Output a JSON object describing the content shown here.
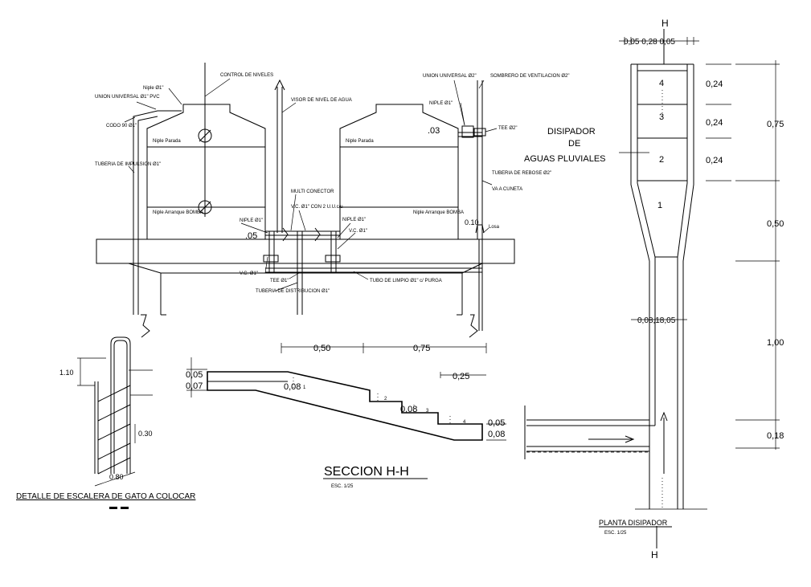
{
  "tanks": {
    "labels": {
      "niple1": "Niple Ø1\"",
      "union_pvc": "UNION UNIVERSAL Ø1\" PVC",
      "codo": "CODO 90 Ø1\"",
      "tuberia_impulsion": "TUBERIA DE IMPULSION Ø1\"",
      "control_niveles": "CONTROL DE NIVELES",
      "visor": "VISOR DE NIVEL DE AGUA",
      "union_2": "UNION UNIVERSAL Ø2\"",
      "sombrero": "SOMBRERO DE VENTILACION Ø2\"",
      "niple_right": "NIPLE Ø1\"",
      "tee_2": "TEE Ø2\"",
      "rebose": "TUBERIA DE REBOSE Ø2\"",
      "cuneta": "VA A CUNETA",
      "niple_parada_l": "Niple Parada",
      "niple_parada_r": "Niple Parada",
      "niple_arranque_l": "Niple Arranque BOMBA",
      "niple_arranque_r": "Niple Arranque BOMBA",
      "multi_conector": "MULTI CONECTOR",
      "vc_conexion": "V.C. Ø1\" CON 2 U.U.c/u",
      "niple_mid_l": "NIPLE Ø1\"",
      "niple_mid_r": "NIPLE Ø1\"",
      "vc_right": "V.C. Ø1\"",
      "vc_left": "V.C. Ø1\"",
      "tee_bottom": "TEE Ø1\"",
      "tuberia_distribucion": "TUBERIA DE DISTRIBUCION Ø1\"",
      "tubo_limpio": "TUBO DE LIMPIO Ø1\" c/ PURGA",
      "losa": "Losa",
      "dim_05": ".05",
      "dim_03": ".03",
      "dim_010": "0.10"
    }
  },
  "ladder": {
    "title": "DETALLE DE ESCALERA DE GATO A COLOCAR",
    "dim_110": "1.10",
    "dim_030": "0.30",
    "dim_080": "0.80"
  },
  "section": {
    "title": "SECCION H-H",
    "scale": "ESC. 1/25",
    "dim_050": "0,50",
    "dim_075": "0,75",
    "dim_025": "0,25",
    "dim_005a": "0,05",
    "dim_007": "0,07",
    "dim_008a": "0,08",
    "dim_008b": "0,08",
    "dim_005b": "0,05",
    "dim_008c": "0,08",
    "step_1": "1",
    "step_2": "2",
    "step_3": "3",
    "step_4": "4"
  },
  "disipador": {
    "title_line1": "DISIPADOR",
    "title_line2": "DE",
    "title_line3": "AGUAS PLUVIALES",
    "plan_title": "PLANTA DISIPADOR",
    "plan_scale": "ESC. 1/25",
    "section_mark_top": "H",
    "section_mark_bottom": "H",
    "top_dims": "0,05  0,28  0,05",
    "mid_dims": "0,08,18,05",
    "dim_024a": "0,24",
    "dim_024b": "0,24",
    "dim_024c": "0,24",
    "dim_075": "0,75",
    "dim_050": "0,50",
    "dim_100": "1,00",
    "dim_018": "0,18",
    "chamber_4": "4",
    "chamber_3": "3",
    "chamber_2": "2",
    "chamber_1": "1"
  }
}
